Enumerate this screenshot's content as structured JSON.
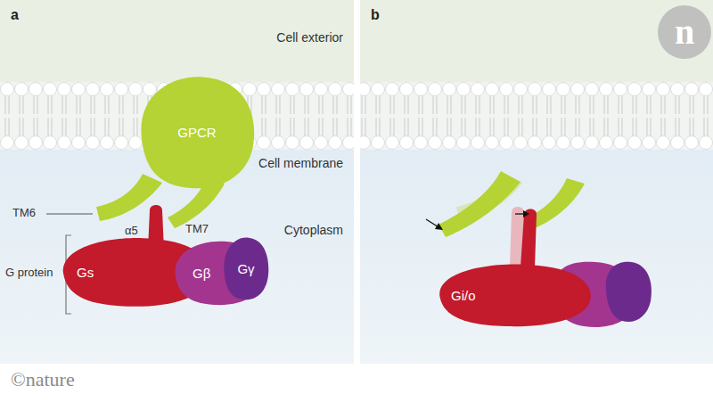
{
  "diagram": {
    "nodes": [
      {
        "text": [
          "GPCR"
        ]
      },
      {
        "text": [
          "Gs"
        ]
      },
      {
        "text": [
          "Gβ"
        ]
      },
      {
        "text": [
          "Gγ"
        ]
      },
      {
        "text": [
          "Gi/o"
        ]
      }
    ],
    "labels": [
      "a",
      "Cell exterior",
      "Cell membrane",
      "TM6",
      "α5",
      "TM7",
      "Cytoplasm",
      "G protein",
      "b",
      "n",
      "©nature"
    ]
  }
}
